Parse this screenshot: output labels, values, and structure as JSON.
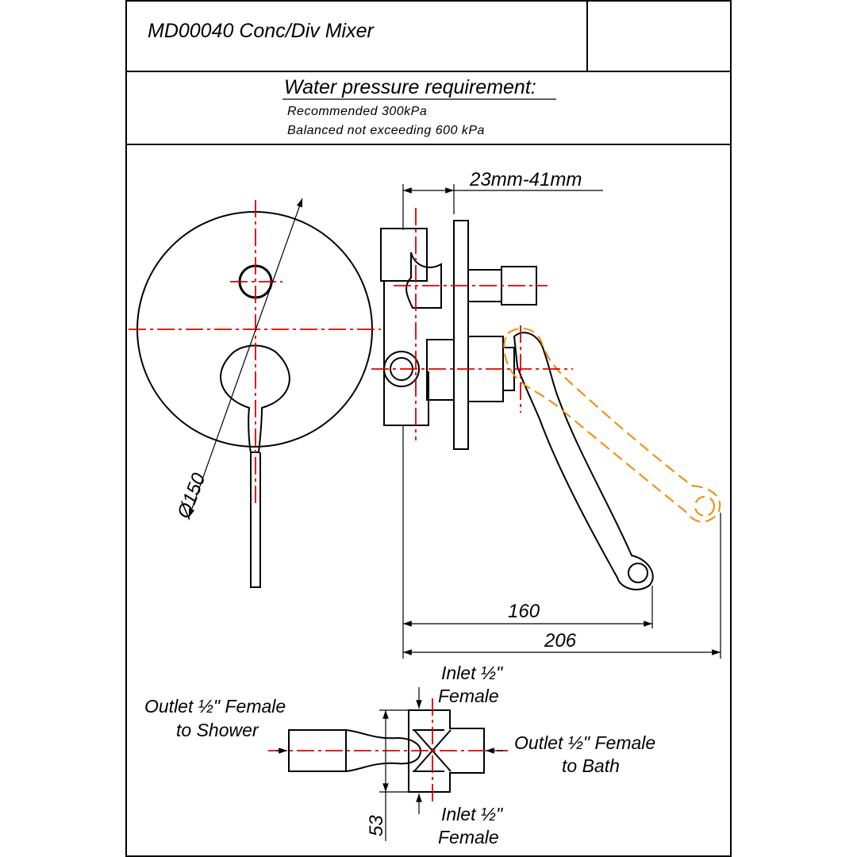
{
  "title_block": {
    "title": "MD00040 Conc/Div Mixer",
    "revision_cell": ""
  },
  "pressure": {
    "heading": "Water pressure requirement:",
    "recommended": "Recommended 300kPa",
    "balanced": "Balanced not exceeding 600 kPa"
  },
  "dimensions": {
    "plate_diameter": "Ø150",
    "wall_depth": "23mm-41mm",
    "lever_length": "160",
    "overall_length": "206",
    "body_height": "53"
  },
  "ports": {
    "inlet_top_line1": "Inlet ½\"",
    "inlet_top_line2": "Female",
    "inlet_bottom_line1": "Inlet ½\"",
    "inlet_bottom_line2": "Female",
    "outlet_shower_line1": "Outlet ½\" Female",
    "outlet_shower_line2": "to Shower",
    "outlet_bath_line1": "Outlet ½\" Female",
    "outlet_bath_line2": "to Bath"
  },
  "colors": {
    "line": "#000000",
    "centerline": "#e00000",
    "alt_position": "#f08a00"
  }
}
